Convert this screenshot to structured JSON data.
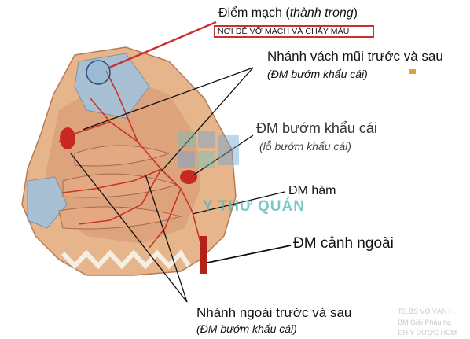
{
  "labels": {
    "diem_mach": {
      "main": "Điểm mạch (",
      "italic": "thành trong"
    },
    "warning": "NƠI DỄ VỠ MẠCH VÀ CHẢY MÁU",
    "nhanh_vach": {
      "line1": "Nhánh vách mũi trước và sau",
      "line2": "(ĐM bướm khẩu cái)"
    },
    "dm_buom": {
      "line1": "ĐM bướm khẩu cái",
      "line2": "(lỗ bướm khẩu cái)"
    },
    "dm_ham": "ĐM hàm",
    "dm_canh": "ĐM cảnh ngoài",
    "nhanh_ngoai": {
      "line1": "Nhánh ngoài trước và sau",
      "line2": "(ĐM bướm khẩu cái)"
    }
  },
  "watermark": {
    "logo_text": "Y THƯ QUÁN",
    "credit_lines": [
      "TS.BS VÕ VĂN H.",
      "BM Giải Phẫu họ",
      "ĐH Y DƯỢC HCM"
    ]
  },
  "colors": {
    "warning_border": "#c9312f",
    "artery_red": "#c8281f",
    "watermark_teal": "#4fb8b2"
  }
}
